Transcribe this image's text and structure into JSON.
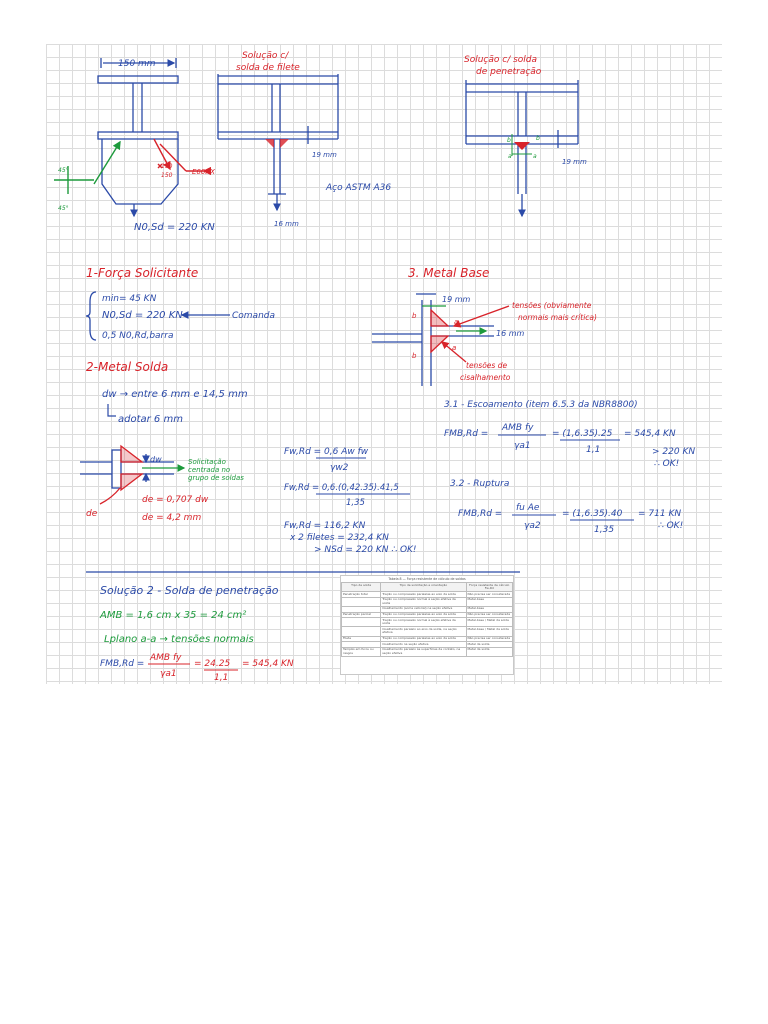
{
  "top": {
    "dim_width": "150 mm",
    "fillet_title_1": "Solução c/",
    "fillet_title_2": "solda de filete",
    "pen_title_1": "Solução c/ solda",
    "pen_title_2": "de penetração",
    "angle_a": "45°",
    "angle_b": "45°",
    "electrode": "E60XX",
    "size_1": "150",
    "size_2": "150",
    "load": "N0,Sd = 220 KN",
    "thick_1": "19 mm",
    "thick_2": "19 mm",
    "plate_1": "16 mm",
    "steel": "Aço ASTM A36",
    "label_a1": "a",
    "label_a2": "a",
    "label_b1": "b",
    "label_b2": "b"
  },
  "sec1": {
    "title": "1-Força Solicitante",
    "line1": "min= 45 KN",
    "line2": "N0,Sd = 220 KN",
    "line2_note": "Comanda",
    "line3": "0,5 N0,Rd,barra"
  },
  "sec2": {
    "title": "2-Metal Solda",
    "line1": "dw → entre 6 mm e 14,5 mm",
    "line2": "adotar 6 mm",
    "dw": "dw",
    "note1": "Solicitação",
    "note2": "centrada no",
    "note3": "grupo de soldas",
    "de_label": "de",
    "de1": "de = 0,707 dw",
    "de2": "de = 4,2 mm",
    "f1": "Fw,Rd = 0,6 Aw fw",
    "f1_den": "γw2",
    "f2": "Fw,Rd = 0,6.(0,42.35).41,5",
    "f2_den": "1,35",
    "f3": "Fw,Rd = 116,2 KN",
    "f4": "x 2 filetes = 232,4 KN",
    "f5": "> NSd = 220 KN ∴ OK!"
  },
  "sec3": {
    "title": "3. Metal Base",
    "thick": "19 mm",
    "plate": "16 mm",
    "note_a1": "tensões (obviamente",
    "note_a2": "normais mais crítica)",
    "note_b1": "tensões de",
    "note_b2": "cisalhamento",
    "lbl_a1": "a",
    "lbl_a2": "a",
    "lbl_b1": "b",
    "lbl_b2": "b",
    "s31_title": "3.1 - Escoamento (item 6.5.3 da NBR8800)",
    "s31_lhs": "FMB,Rd =",
    "s31_num": "AMB fy",
    "s31_den": "γa1",
    "s31_eq": "= (1,6.35).25",
    "s31_den2": "1,1",
    "s31_res": "= 545,4 KN",
    "s31_ok1": "> 220 KN",
    "s31_ok2": "∴ OK!",
    "s32_title": "3.2 - Ruptura",
    "s32_lhs": "FMB,Rd =",
    "s32_num": "fu Ae",
    "s32_den": "γa2",
    "s32_eq": "= (1,6.35).40",
    "s32_den2": "1,35",
    "s32_res": "= 711 KN",
    "s32_ok": "∴ OK!"
  },
  "sol2": {
    "title": "Solução 2 - Solda de penetração",
    "amb": "AMB = 1,6 cm x 35 = 24 cm²",
    "plano": "Lplano a-a → tensões normais",
    "f_lhs": "FMB,Rd =",
    "f_num": "AMB fy",
    "f_den": "γa1",
    "f_eq": "= 24.25",
    "f_den2": "1,1",
    "f_res": "= 545,4 KN"
  },
  "table": {
    "caption": "Tabela 8 — Força resistente de cálculo de soldas",
    "headers": [
      "Tipo de solda",
      "Tipo de solicitação e orientação",
      "Força resistente de cálculo Fw,Rd"
    ],
    "rows": [
      [
        "Penetração total",
        "Tração ou compressão paralelas ao eixo da solda",
        "Não precisa ser considerada"
      ],
      [
        "",
        "Tração ou compressão normal à seção efetiva da solda",
        "Metal-base"
      ],
      [
        "",
        "Cisalhamento (soma vetorial) na seção efetiva",
        "Metal-base"
      ],
      [
        "Penetração parcial",
        "Tração ou compressão paralelas ao eixo da solda",
        "Não precisa ser considerada"
      ],
      [
        "",
        "Tração ou compressão normal à seção efetiva da solda",
        "Metal-base / Metal da solda"
      ],
      [
        "",
        "Cisalhamento paralelo ao eixo da solda, na seção efetiva",
        "Metal-base / Metal da solda"
      ],
      [
        "Filete",
        "Tração ou compressão paralelas ao eixo da solda",
        "Não precisa ser considerada"
      ],
      [
        "",
        "Cisalhamento na seção efetiva",
        "Metal da solda"
      ],
      [
        "Tampão em furos ou rasgos",
        "Cisalhamento paralelo às superfícies de contato, na seção efetiva",
        "Metal da solda"
      ]
    ]
  },
  "colors": {
    "ink_blue": "#2b4aa8",
    "ink_red": "#d8232a",
    "ink_green": "#1d9a3c",
    "grid": "#dcdcdc"
  }
}
